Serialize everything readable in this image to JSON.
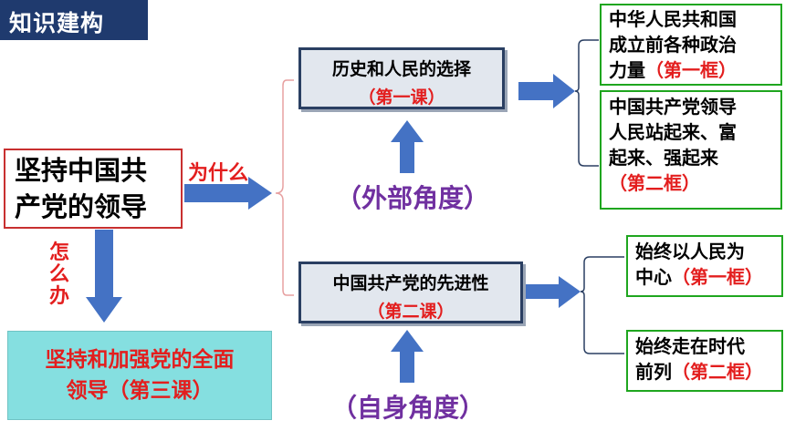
{
  "header": {
    "title": "知识建构"
  },
  "main_topic": {
    "line1": "坚持中国共",
    "line2": "产党的领导"
  },
  "why_label": "为什么",
  "how_label": [
    "怎",
    "么",
    "办"
  ],
  "bottom_box": {
    "line1": "坚持和加强党的全面",
    "line2": "领导（第三课）"
  },
  "lessons": [
    {
      "title": "历史和人民的选择",
      "sub": "（第一课）"
    },
    {
      "title": "中国共产党的先进性",
      "sub": "（第二课）"
    }
  ],
  "angles": {
    "external": "（外部角度）",
    "self": "（自身角度）"
  },
  "frames": [
    {
      "lines": [
        "中华人民共和国",
        "成立前各种政治"
      ],
      "last_black": "力量",
      "last_red": "（第一框）"
    },
    {
      "lines": [
        "中国共产党领导",
        "人民站起来、富",
        "起来、强起来"
      ],
      "last_black": "",
      "last_red": "（第二框）"
    },
    {
      "lines": [
        "始终以人民为"
      ],
      "last_black": "中心",
      "last_red": "（第一框）"
    },
    {
      "lines": [
        "始终走在时代"
      ],
      "last_black": "前列",
      "last_red": "（第二框）"
    }
  ],
  "colors": {
    "arrow": "#4472c4",
    "green": "#1fa61f",
    "red": "#e31e1e",
    "purple": "#7030a0",
    "navy": "#1f3a6e"
  }
}
